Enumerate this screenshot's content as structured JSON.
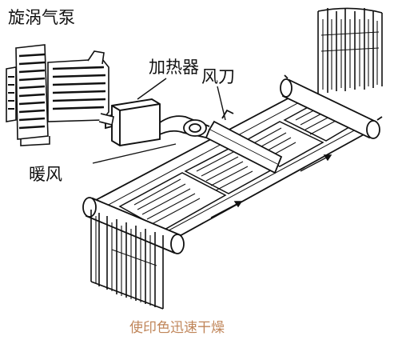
{
  "labels": {
    "vortex_pump": "旋涡气泵",
    "heater": "加热器",
    "air_knife": "风刀",
    "warm_air": "暖风"
  },
  "caption": "使印色迅速干燥",
  "colors": {
    "line": "#111111",
    "caption": "#c0865a",
    "background": "#ffffff"
  }
}
